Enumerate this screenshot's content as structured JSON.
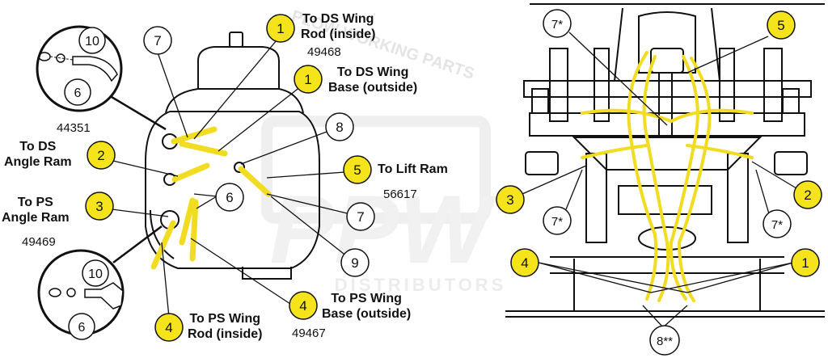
{
  "callouts": {
    "c1_top": "1",
    "c1_mid": "1",
    "c7_left": "7",
    "c10_top": "10",
    "c6_top": "6",
    "c2_left": "2",
    "c8_mid": "8",
    "c5_mid": "5",
    "c6_mid": "6",
    "c3_left": "3",
    "c7_mid": "7",
    "c10_bottom": "10",
    "c9_mid": "9",
    "c6_bottom": "6",
    "c4_bottom": "4",
    "c4_mid": "4",
    "c7s_top": "7*",
    "c5_right": "5",
    "c3_right": "3",
    "c2_right": "2",
    "c7s_left": "7*",
    "c7s_right": "7*",
    "c4_right": "4",
    "c1_right": "1",
    "c8ss": "8**"
  },
  "labels": {
    "ds_wing_rod": [
      "To DS Wing",
      "Rod (inside)"
    ],
    "ds_wing_base": [
      "To DS Wing",
      "Base (outside)"
    ],
    "ds_angle_ram": [
      "To DS",
      "Angle Ram"
    ],
    "lift_ram": "To Lift Ram",
    "ps_angle_ram": [
      "To PS",
      "Angle Ram"
    ],
    "ps_wing_base": [
      "To PS Wing",
      "Base (outside)"
    ],
    "ps_wing_rod": [
      "To PS Wing",
      "Rod (inside)"
    ]
  },
  "part_numbers": {
    "p49468": "49468",
    "p44351": "44351",
    "p56617": "56617",
    "p49469": "49469",
    "p49467": "49467"
  },
  "watermark": {
    "brand": "PPW",
    "sub": "DISTRIBUTORS",
    "arc": "PLOW WORKING PARTS"
  },
  "colors": {
    "callout_yellow": "#f5e41c",
    "hose_yellow": "#f2dc22",
    "line": "#1a1a1a",
    "watermark": "#d9d9d9"
  }
}
